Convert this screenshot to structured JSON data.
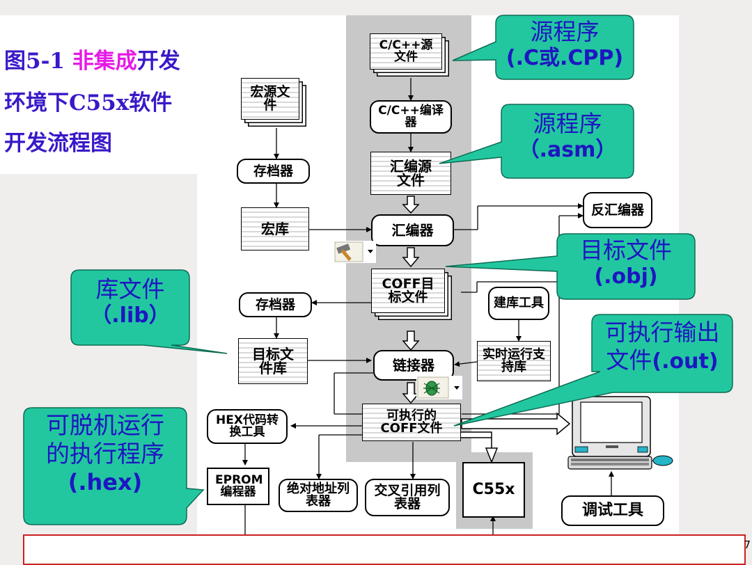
{
  "title": {
    "line1_prefix": "图5-1 ",
    "line1_highlight": "非集成",
    "line1_suffix": "开发",
    "line2": "环境下C55x软件",
    "line3": "开发流程图"
  },
  "nodes": {
    "c_source": "C/C++源文件",
    "c_compiler": "C/C++编译器",
    "asm_source": "汇编源文件",
    "assembler": "汇编器",
    "coff_object": "COFF目标文件",
    "linker": "链接器",
    "executable": "可执行的COFF文件",
    "macro_source": "宏源文件",
    "archiver_1": "存档器",
    "macro_library": "宏库",
    "archiver_2": "存档器",
    "object_library": "目标文件库",
    "disassembler": "反汇编器",
    "library_builder": "建库工具",
    "runtime_library": "实时运行支持库",
    "hex_converter": "HEX代码转换工具",
    "eprom_programmer": "EPROM编程器",
    "absolute_lister": "绝对地址列表器",
    "cross_reference_lister": "交叉引用列表器",
    "target": "C55x",
    "debug_tools": "调试工具"
  },
  "callouts": {
    "source_c": {
      "line1": "源程序",
      "line2": "(.C或.CPP)"
    },
    "source_asm": {
      "line1": "源程序",
      "line2": "（.asm）"
    },
    "object_file": {
      "line1": "目标文件",
      "line2": "(.obj)"
    },
    "library_file": {
      "line1": "库文件",
      "line2": "（.lib）"
    },
    "executable_output": {
      "line1": "可执行输出",
      "line2_prefix": "文件",
      "line2_ext": "(.out)"
    },
    "offline_program": {
      "line1": "可脱机运行",
      "line2": "的执行程序",
      "line3": "(.hex)"
    }
  },
  "page_number": "7",
  "colors": {
    "callout_fill": "#22c7a0",
    "callout_text": "#1e16c2",
    "title": "#3a18c8",
    "highlight": "#e619e6",
    "gray_band": "#c8c8c8",
    "bottom_border": "#cc2020"
  },
  "icons": [
    "hammer-icon",
    "bug-icon",
    "computer-icon"
  ]
}
